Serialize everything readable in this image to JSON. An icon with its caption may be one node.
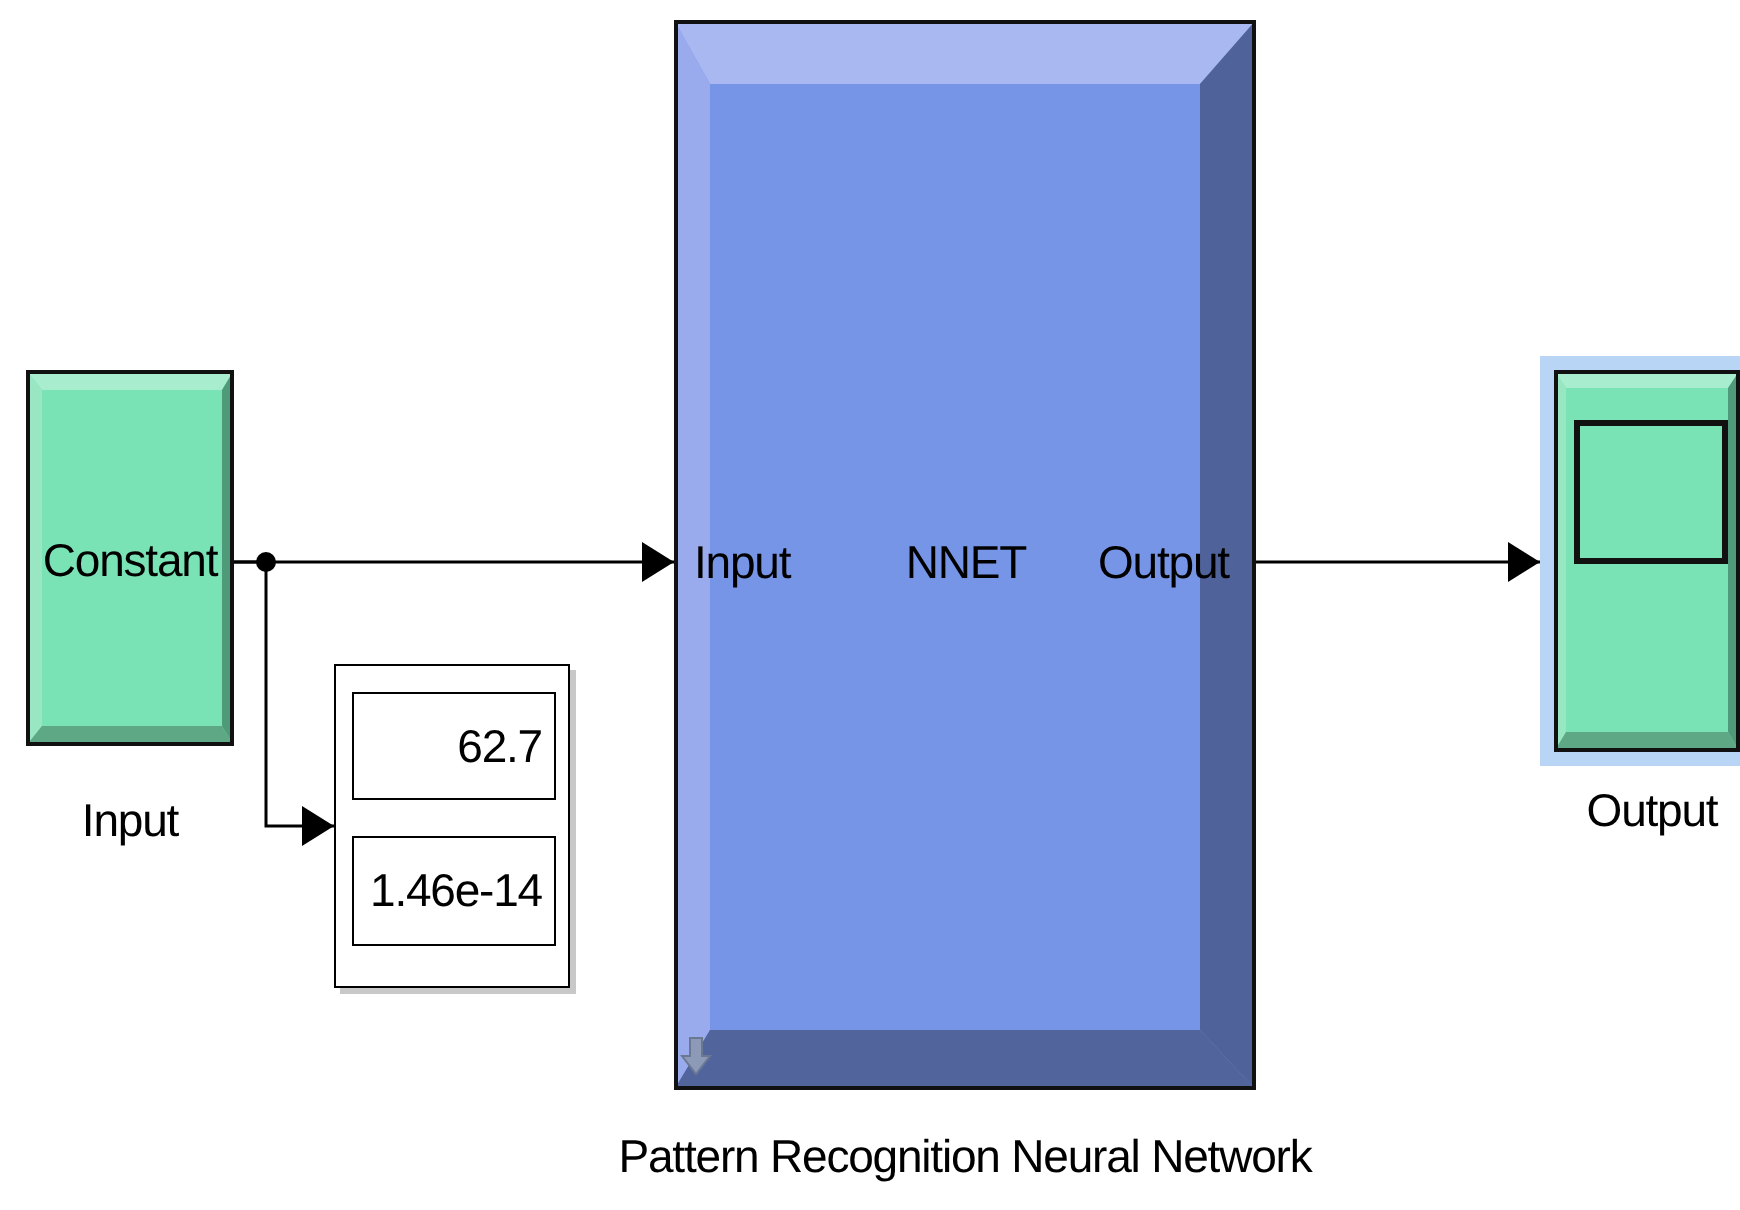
{
  "diagram": {
    "nodes": [
      {
        "text": [
          "Constant"
        ],
        "beside": [
          "Input"
        ]
      },
      {
        "text": [
          "62.7",
          "1.46e-14"
        ]
      },
      {
        "text": [
          "Input",
          "NNET",
          "Output"
        ],
        "beside": [
          "Pattern Recognition Neural Network"
        ]
      },
      {
        "text": [],
        "shape": "box",
        "beside": [
          "Output"
        ]
      }
    ],
    "edges": [
      {
        "from": 0,
        "to": 2,
        "arrow": "to"
      },
      {
        "from": 0,
        "to": 1,
        "arrow": "to"
      },
      {
        "from": 2,
        "to": 3,
        "arrow": "to"
      }
    ]
  }
}
